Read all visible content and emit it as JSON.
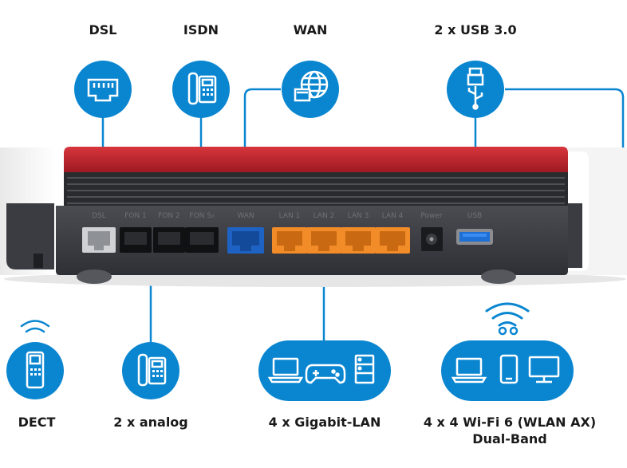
{
  "top_labels": {
    "dsl": "DSL",
    "isdn": "ISDN",
    "wan": "WAN",
    "usb": "2 x USB 3.0"
  },
  "port_labels": {
    "dsl": "DSL",
    "fon1": "FON 1",
    "fon2": "FON 2",
    "fon_s0": "FON S₀",
    "wan": "WAN",
    "lan1": "LAN 1",
    "lan2": "LAN 2",
    "lan3": "LAN 3",
    "lan4": "LAN 4",
    "power": "Power",
    "usb": "USB"
  },
  "bottom_labels": {
    "dect": "DECT",
    "analog": "2 x analog",
    "gigabit_lan": "4 x Gigabit-LAN",
    "wifi_line1": "4 x 4 Wi-Fi 6 (WLAN AX)",
    "wifi_line2": "Dual-Band"
  },
  "colors": {
    "accent_blue": "#0a86d1",
    "router_red": "#b8202a",
    "router_body": "#3d3f45",
    "port_orange": "#f28c28",
    "port_blue": "#1e63c4",
    "text": "#1a1a1a"
  }
}
